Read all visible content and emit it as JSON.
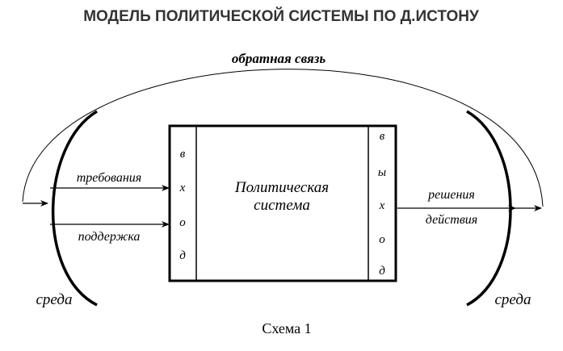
{
  "title": "МОДЕЛЬ ПОЛИТИЧЕСКОЙ СИСТЕМЫ ПО Д.ИСТОНУ",
  "feedback_label": "обратная связь",
  "system": {
    "line1": "Политическая",
    "line2": "система"
  },
  "input_letters": [
    "в",
    "х",
    "о",
    "д"
  ],
  "output_letters": [
    "в",
    "ы",
    "х",
    "о",
    "д"
  ],
  "inputs": {
    "demands": "требования",
    "support": "поддержка"
  },
  "outputs": {
    "decisions": "решения",
    "actions": "действия"
  },
  "environment_left": "среда",
  "environment_right": "среда",
  "caption": "Схема 1"
}
